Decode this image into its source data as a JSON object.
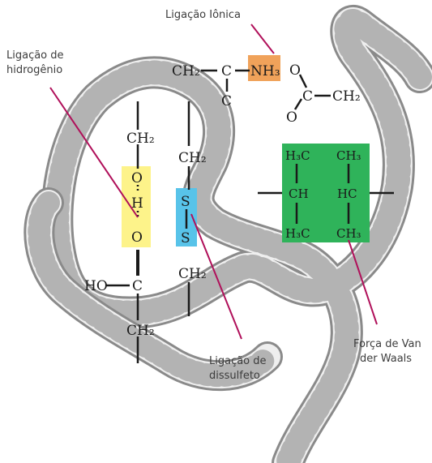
{
  "labels": {
    "ionic": "Ligação Iônica",
    "hydrogen_line1": "Ligação de",
    "hydrogen_line2": "hidrogênio",
    "disulfide_line1": "Ligação de",
    "disulfide_line2": "dissulfeto",
    "vdw_line1": "Força de Van",
    "vdw_line2": "der Waals"
  },
  "top_chain": {
    "ch2_left": "CH₂",
    "c_center": "C",
    "c_below": "C",
    "nh3": "NH₃",
    "o_top": "O",
    "c_right": "C",
    "o_bottom": "O",
    "ch2_right": "CH₂"
  },
  "left_chain": {
    "ch2_top": "CH₂",
    "o_top": "O",
    "h": "H",
    "o_bottom": "O",
    "ho": "HO",
    "c": "C",
    "ch2_bottom": "CH₂"
  },
  "mid_chain": {
    "ch2_top": "CH₂",
    "s_top": "S",
    "s_bottom": "S",
    "ch2_bottom": "CH₂"
  },
  "right_group": {
    "h3c_top": "H₃C",
    "ch3_top": "CH₃",
    "ch": "CH",
    "hc": "HC",
    "h3c_bottom": "H₃C",
    "ch3_bottom": "CH₃"
  },
  "colors": {
    "ionic_box": "#f0a25a",
    "hydrogen_box": "#fdf38a",
    "disulfide_box": "#58c3e9",
    "vdw_box": "#2fb35a",
    "pointer_line": "#b0105a",
    "tube_fill": "#ececec",
    "tube_edge": "#8a8a8a"
  }
}
